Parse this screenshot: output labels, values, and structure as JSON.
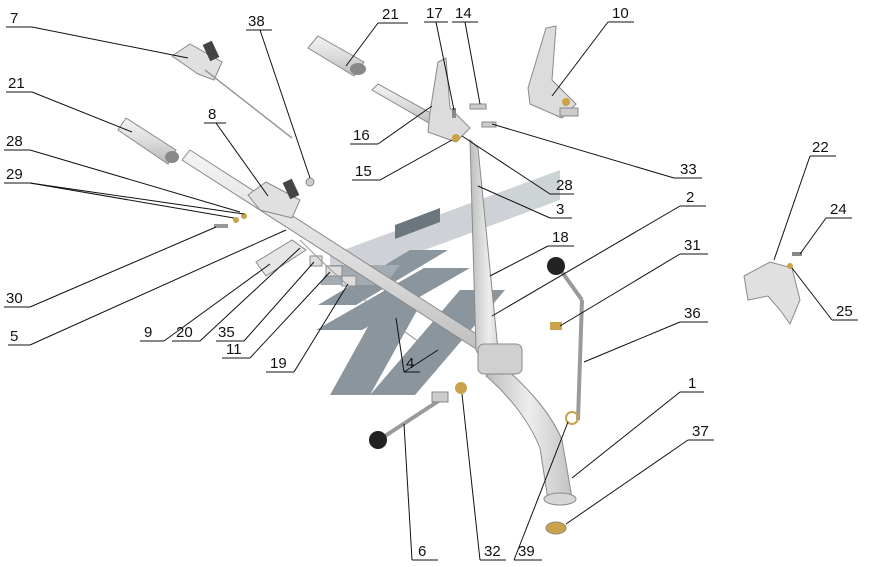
{
  "labels": {
    "l1": "1",
    "l2": "2",
    "l3": "3",
    "l4": "4",
    "l5": "5",
    "l6": "6",
    "l7": "7",
    "l8": "8",
    "l9": "9",
    "l10": "10",
    "l11": "11",
    "l14": "14",
    "l15": "15",
    "l16": "16",
    "l17": "17",
    "l18": "18",
    "l19": "19",
    "l20": "20",
    "l21a": "21",
    "l21b": "21",
    "l22": "22",
    "l24": "24",
    "l25": "25",
    "l28a": "28",
    "l28b": "28",
    "l29": "29",
    "l30": "30",
    "l31": "31",
    "l32": "32",
    "l33": "33",
    "l35": "35",
    "l36": "36",
    "l37": "37",
    "l38": "38",
    "l39": "39"
  },
  "colors": {
    "watermark": "#7e8a93",
    "watermark_light": "#c9ced2",
    "part_fill": "#e4e4e4",
    "part_shade": "#c8c8c8",
    "knob": "#222222",
    "brass": "#c9a24a",
    "leader": "#111111"
  }
}
